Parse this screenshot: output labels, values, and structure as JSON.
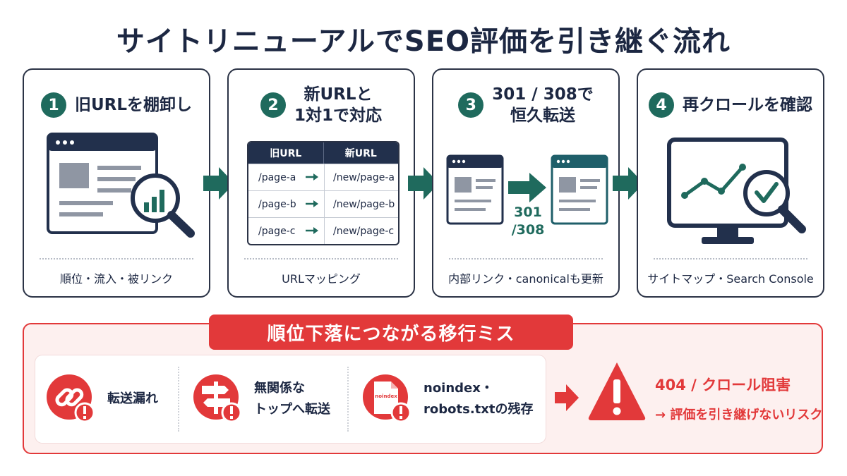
{
  "title": "サイトリニューアルでSEO評価を引き継ぐ流れ",
  "steps": [
    {
      "number": "1",
      "title": "旧URLを棚卸し",
      "caption": "順位・流入・被リンク"
    },
    {
      "number": "2",
      "title": "新URLと\n1対1で対応",
      "caption": "URLマッピング"
    },
    {
      "number": "3",
      "title": "301 / 308で\n恒久転送",
      "caption": "内部リンク・canonicalも更新"
    },
    {
      "number": "4",
      "title": "再クロールを確認",
      "caption": "サイトマップ・Search Console"
    }
  ],
  "mapping": {
    "header_old": "旧URL",
    "header_new": "新URL",
    "rows": [
      {
        "old": "/page-a",
        "new": "/new/page-a"
      },
      {
        "old": "/page-b",
        "new": "/new/page-b"
      },
      {
        "old": "/page-c",
        "new": "/new/page-c"
      }
    ]
  },
  "redirect_label_1": "301",
  "redirect_label_2": "/308",
  "risk": {
    "banner": "順位下落につながる移行ミス",
    "items": [
      {
        "label": "転送漏れ",
        "icon": "broken-link-icon"
      },
      {
        "label": "無関係な\nトップへ転送",
        "icon": "signpost-icon"
      },
      {
        "label": "noindex・\nrobots.txtの残存",
        "icon": "file-icon"
      }
    ],
    "file_badge": "noindex",
    "result_line1": "404 / クロール阻害",
    "result_line2": "→ 評価を引き継げないリスク"
  },
  "colors": {
    "navy": "#1c2742",
    "teal": "#1f6a5d",
    "red": "#e2393a",
    "pink_bg": "#fdf0ef"
  }
}
